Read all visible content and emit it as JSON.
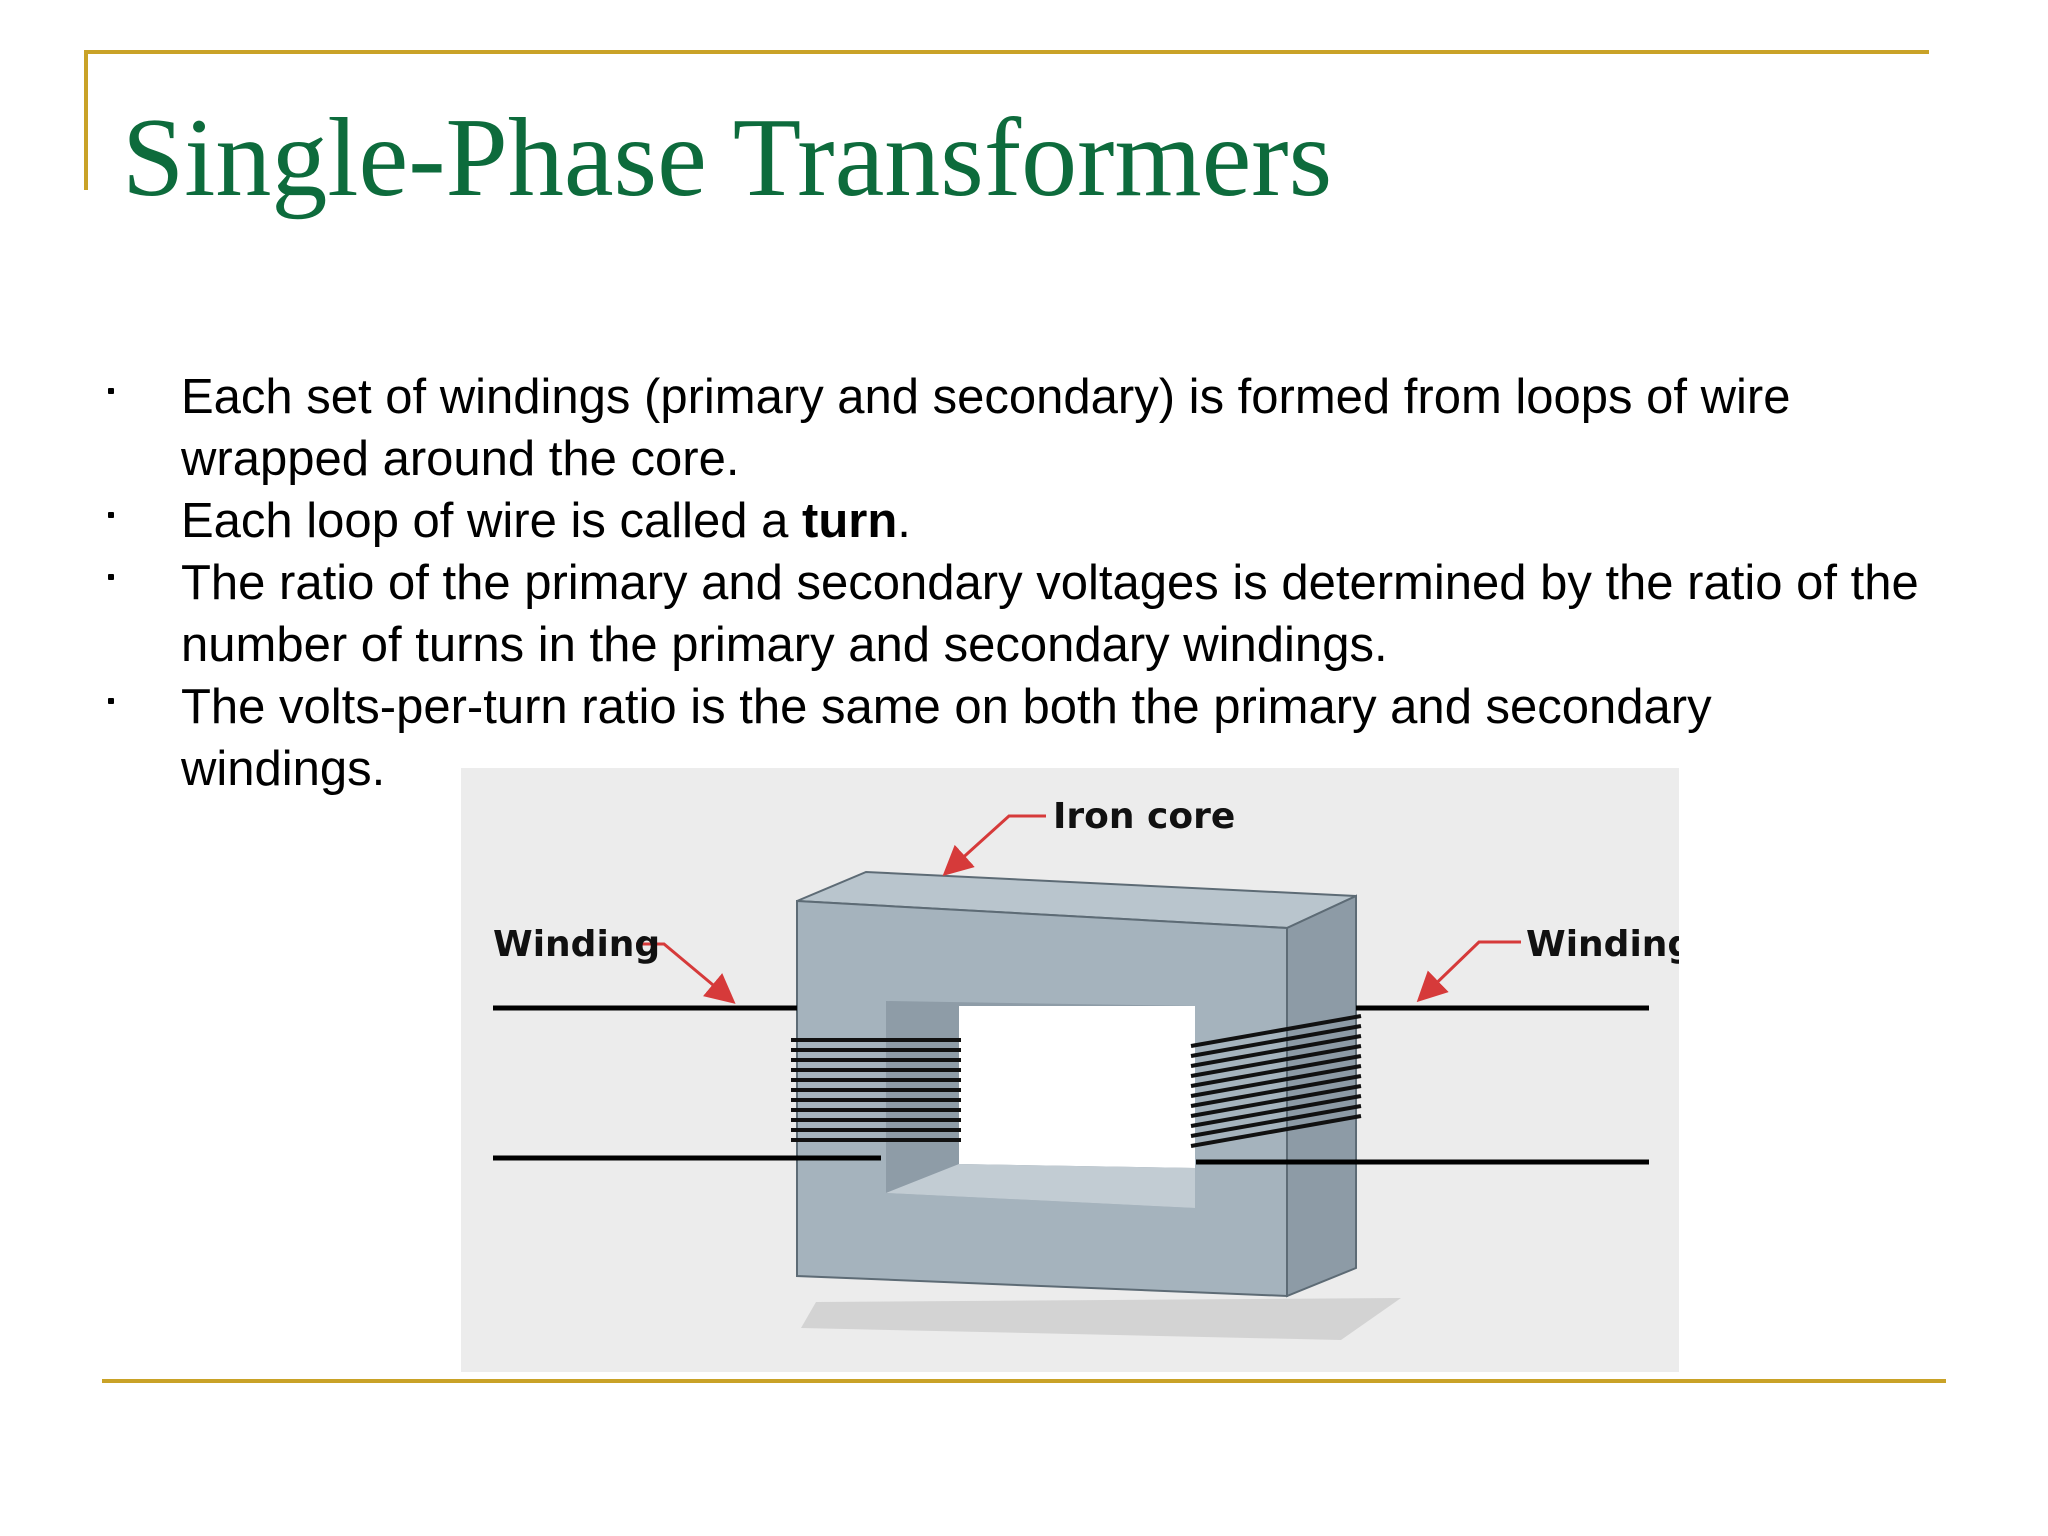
{
  "slide": {
    "title": "Single-Phase Transformers",
    "bullets": [
      {
        "text": "Each set of windings (primary and secondary) is formed from loops of wire wrapped around the core."
      },
      {
        "text_before": "Each loop of wire is called a ",
        "bold": "turn",
        "text_after": "."
      },
      {
        "text": "The ratio of the primary and secondary voltages is determined by the ratio of the number of turns in the primary and secondary windings."
      },
      {
        "text": "The volts-per-turn ratio is the same on both the primary and secondary windings."
      }
    ]
  },
  "diagram": {
    "labels": {
      "core": "Iron core",
      "left_winding": "Winding",
      "right_winding": "Winding"
    },
    "colors": {
      "accent_rule": "#c9a227",
      "title": "#0d6b3c",
      "core_front": "#a5b3bd",
      "core_top": "#b9c5cd",
      "core_side": "#8d9ba6",
      "callout_arrow": "#d63a3a"
    }
  }
}
